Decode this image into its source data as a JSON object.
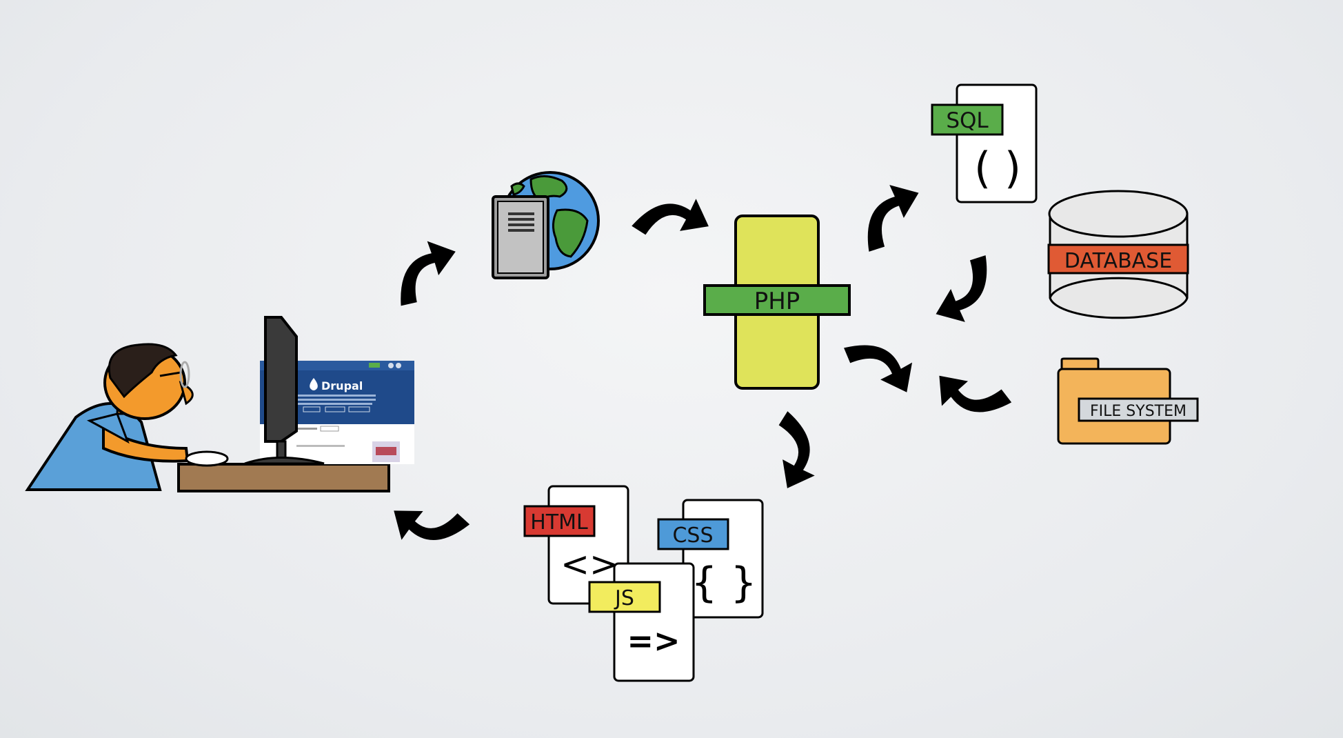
{
  "labels": {
    "sql": "SQL",
    "sql_symbol": "( )",
    "php": "PHP",
    "database": "DATABASE",
    "file_system": "FILE SYSTEM",
    "html": "HTML",
    "html_symbol": "<>",
    "css": "CSS",
    "css_symbol": "{ }",
    "js": "JS",
    "js_symbol": "=>",
    "drupal_logo": "Drupal"
  },
  "colors": {
    "sql_tag": "#5aad4a",
    "php_body": "#dfe35a",
    "php_band": "#5aad4a",
    "database_tag": "#e05a34",
    "folder": "#f3b45a",
    "file_system_tag": "#d4d8dc",
    "html_tag": "#d83a32",
    "css_tag": "#4e9ad8",
    "js_tag": "#f2ec5e",
    "globe_ocean": "#4f9be0",
    "globe_land": "#4a9a3a",
    "person_shirt": "#5aa0d8",
    "person_skin": "#f39a2c",
    "desk": "#a17a52",
    "drupal_screen": "#1f4a8a"
  },
  "icons": [
    "user-at-computer-icon",
    "server-globe-icon",
    "php-document-icon",
    "sql-document-icon",
    "database-icon",
    "folder-icon",
    "html-document-icon",
    "css-document-icon",
    "js-document-icon",
    "curved-arrow-icon"
  ]
}
